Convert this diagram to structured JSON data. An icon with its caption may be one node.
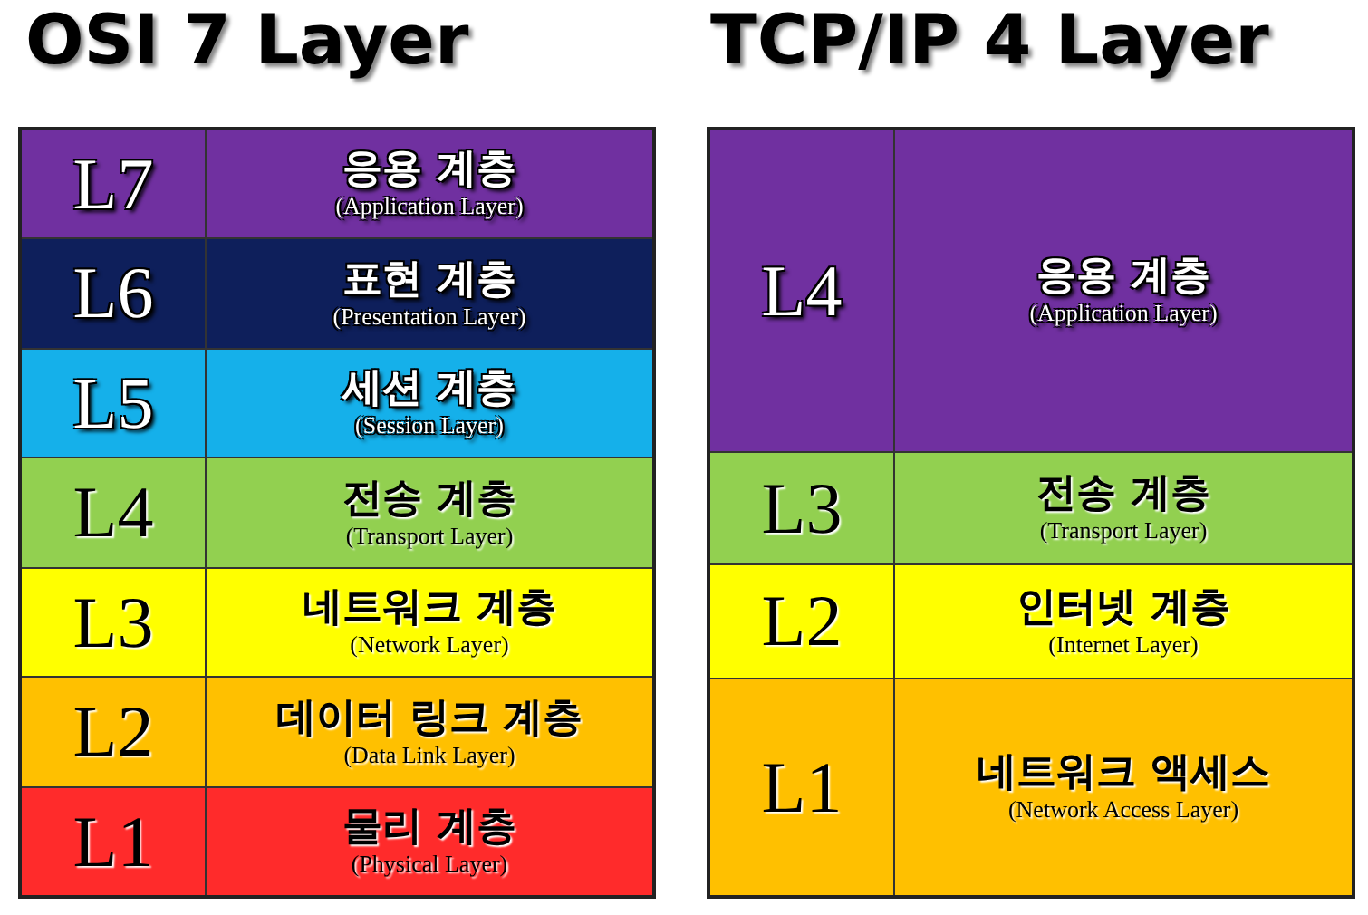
{
  "diagram": {
    "nodes": [
      {
        "text": [
          "OSI 7 Layer"
        ]
      },
      {
        "text": [
          "L7",
          "응용 계층",
          "(Application Layer)"
        ],
        "in": 0
      },
      {
        "text": [
          "L6",
          "표현 계층",
          "(Presentation Layer)"
        ],
        "in": 0
      },
      {
        "text": [
          "L5",
          "세션 계층",
          "(Session Layer)"
        ],
        "in": 0
      },
      {
        "text": [
          "L4",
          "전송 계층",
          "(Transport Layer)"
        ],
        "in": 0
      },
      {
        "text": [
          "L3",
          "네트워크 계층",
          "(Network Layer)"
        ],
        "in": 0
      },
      {
        "text": [
          "L2",
          "데이터 링크 계층",
          "(Data Link Layer)"
        ],
        "in": 0
      },
      {
        "text": [
          "L1",
          "물리 계층",
          "(Physical Layer)"
        ],
        "in": 0
      },
      {
        "text": [
          "TCP/IP 4 Layer"
        ]
      },
      {
        "text": [
          "L4",
          "응용 계층",
          "(Application Layer)"
        ],
        "in": 8
      },
      {
        "text": [
          "L3",
          "전송 계층",
          "(Transport Layer)"
        ],
        "in": 8
      },
      {
        "text": [
          "L2",
          "인터넷 계층",
          "(Internet Layer)"
        ],
        "in": 8
      },
      {
        "text": [
          "L1",
          "네트워크 액세스",
          "(Network Access Layer)"
        ],
        "in": 8
      }
    ]
  }
}
